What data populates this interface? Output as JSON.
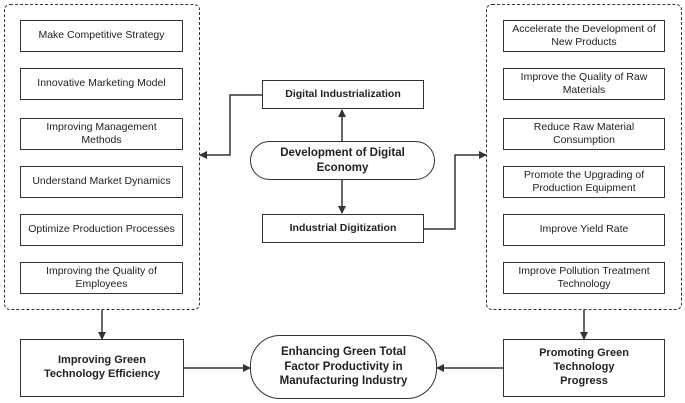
{
  "left_group": {
    "items": [
      "Make Competitive Strategy",
      "Innovative Marketing Model",
      "Improving Management Methods",
      "Understand Market Dynamics",
      "Optimize Production Processes",
      "Improving the Quality of Employees"
    ]
  },
  "right_group": {
    "items": [
      "Accelerate the Development of New Products",
      "Improve the Quality of Raw Materials",
      "Reduce Raw Material Consumption",
      "Promote the Upgrading of Production Equipment",
      "Improve Yield Rate",
      "Improve Pollution Treatment Technology"
    ]
  },
  "center": {
    "top": "Digital Industrialization",
    "middle": "Development of Digital Economy",
    "bottom": "Industrial Digitization"
  },
  "bottom_row": {
    "left": "Improving Green Technology Efficiency",
    "center": "Enhancing Green Total Factor Productivity in Manufacturing Industry",
    "right": "Promoting Green Technology Progress"
  }
}
